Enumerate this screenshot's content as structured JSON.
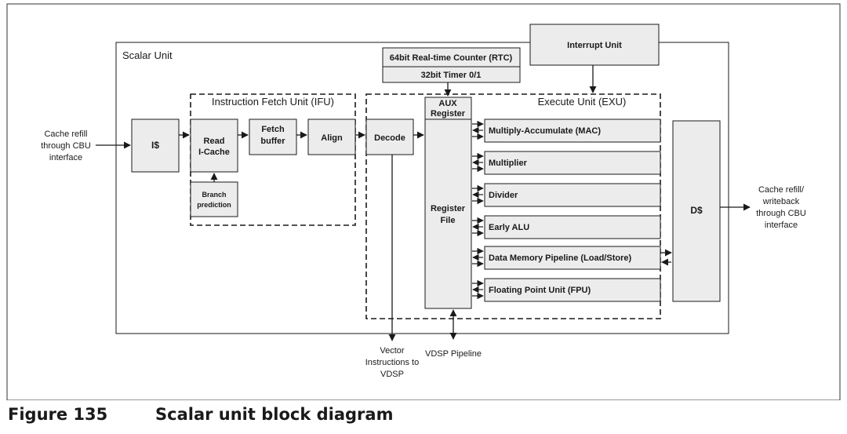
{
  "diagram": {
    "scalar_unit": "Scalar Unit",
    "ifu": "Instruction Fetch Unit (IFU)",
    "exu": "Execute Unit (EXU)",
    "icache": "I$",
    "read_icache": [
      "Read",
      "I-Cache"
    ],
    "branch_prediction": [
      "Branch",
      "prediction"
    ],
    "fetch_buffer": [
      "Fetch",
      "buffer"
    ],
    "align": "Align",
    "decode": "Decode",
    "aux_register": [
      "AUX",
      "Register"
    ],
    "register_file": [
      "Register",
      "File"
    ],
    "rtc": "64bit Real-time Counter (RTC)",
    "timer": "32bit Timer 0/1",
    "interrupt_unit": "Interrupt Unit",
    "units": [
      "Multiply-Accumulate (MAC)",
      "Multiplier",
      "Divider",
      "Early ALU",
      "Data Memory Pipeline (Load/Store)",
      "Floating Point Unit (FPU)"
    ],
    "dcache": "D$",
    "cache_refill_in": [
      "Cache refill",
      "through CBU",
      "interface"
    ],
    "cache_refill_out": [
      "Cache refill/",
      "writeback",
      "through CBU",
      "interface"
    ],
    "vector_instructions": [
      "Vector",
      "Instructions to",
      "VDSP"
    ],
    "vdsp_pipeline": "VDSP Pipeline"
  },
  "caption": {
    "figure_number": "Figure 135",
    "title": "Scalar unit block diagram"
  }
}
